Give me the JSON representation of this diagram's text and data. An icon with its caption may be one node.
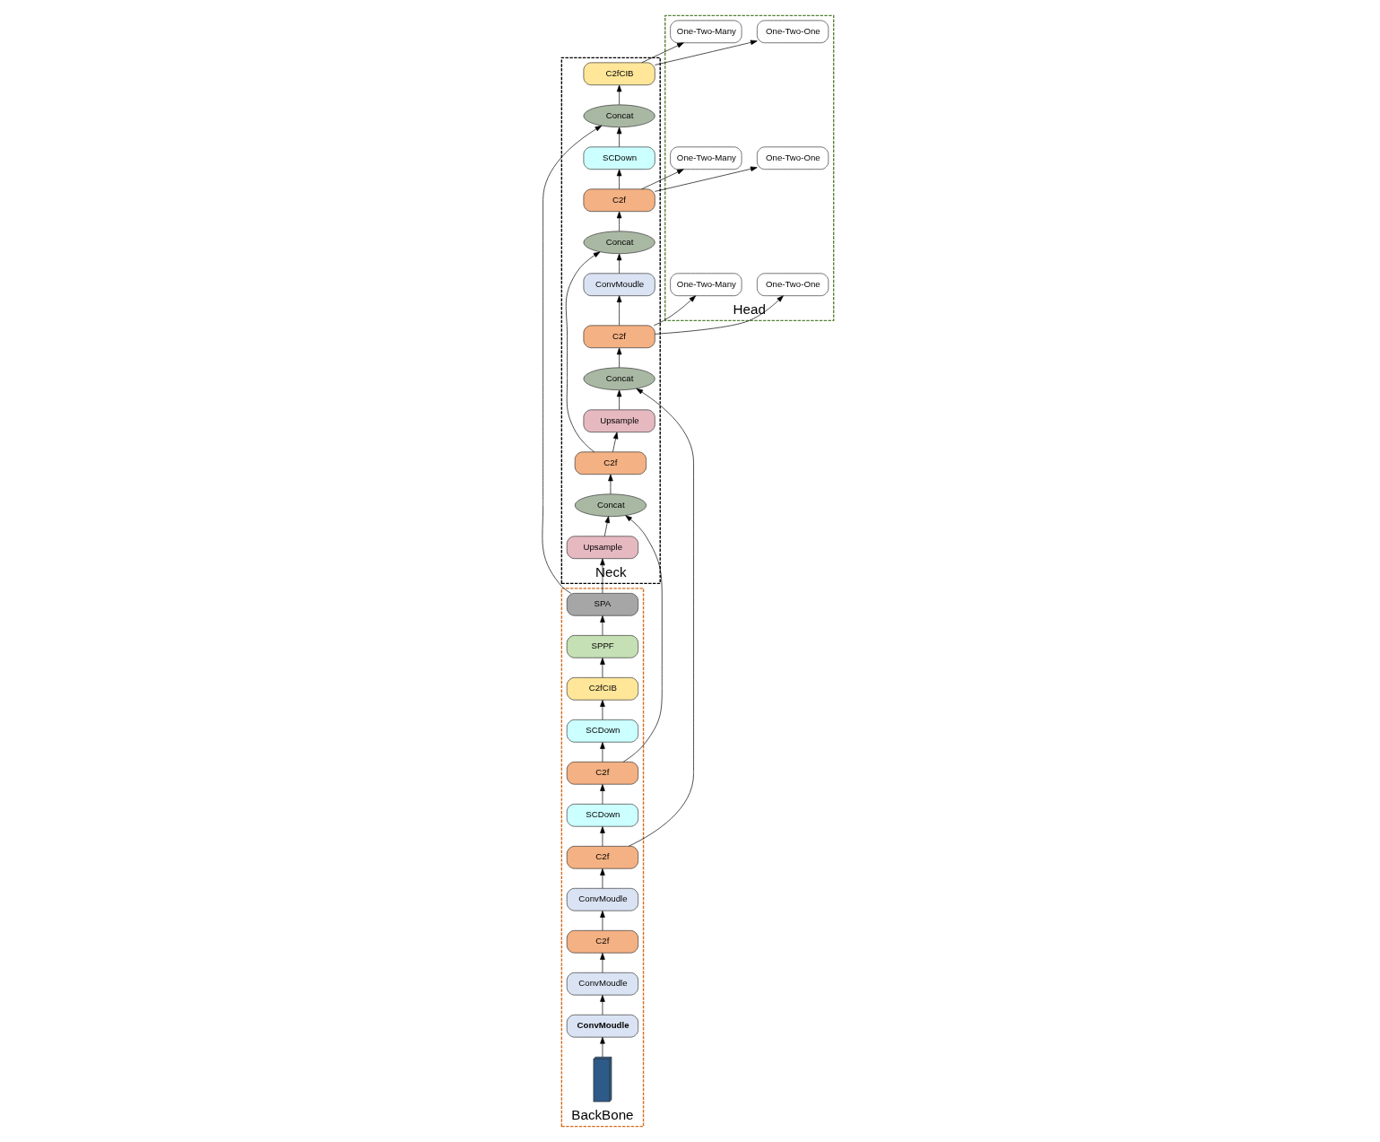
{
  "diagram": {
    "nodes": [
      {
        "text": [
          "BackBone"
        ]
      },
      {
        "text": [
          "SPA"
        ],
        "in": 0
      },
      {
        "text": [
          "SPPF"
        ],
        "in": 0
      },
      {
        "text": [
          "C2fCIB"
        ],
        "in": 0
      },
      {
        "text": [
          "SCDown"
        ],
        "in": 0
      },
      {
        "text": [
          "C2f"
        ],
        "in": 0
      },
      {
        "text": [
          "SCDown"
        ],
        "in": 0
      },
      {
        "text": [
          "C2f"
        ],
        "in": 0
      },
      {
        "text": [
          "ConvMoudle"
        ],
        "in": 0
      },
      {
        "text": [
          "C2f"
        ],
        "in": 0
      },
      {
        "text": [
          "ConvMoudle"
        ],
        "in": 0
      },
      {
        "text": [
          "ConvMoudle"
        ],
        "in": 0
      },
      {
        "text": [],
        "shape": "picture",
        "in": 0
      },
      {
        "text": [
          "Neck"
        ]
      },
      {
        "text": [
          "Upsample"
        ],
        "in": 13
      },
      {
        "text": [
          "Concat"
        ],
        "in": 13
      },
      {
        "text": [
          "C2f"
        ],
        "in": 13
      },
      {
        "text": [
          "Upsample"
        ],
        "in": 13
      },
      {
        "text": [
          "Concat"
        ],
        "in": 13
      },
      {
        "text": [
          "C2fCIB"
        ],
        "in": 13
      },
      {
        "text": [
          "Concat"
        ],
        "in": 13
      },
      {
        "text": [
          "SCDown"
        ],
        "in": 13
      },
      {
        "text": [
          "C2f"
        ],
        "in": 13
      },
      {
        "text": [
          "Concat"
        ],
        "in": 13
      },
      {
        "text": [
          "ConvMoudle"
        ],
        "in": 13
      },
      {
        "text": [
          "C2f"
        ],
        "in": 13
      },
      {
        "text": [
          "Head"
        ]
      },
      {
        "text": [
          "One-Two-One"
        ],
        "in": 26
      },
      {
        "text": [
          "One-Two-Many"
        ],
        "in": 26
      },
      {
        "text": [
          "One-Two-One"
        ],
        "in": 26
      },
      {
        "text": [
          "One-Two-Many"
        ],
        "in": 26
      },
      {
        "text": [
          "One-Two-Many"
        ],
        "in": 26
      },
      {
        "text": [
          "One-Two-One"
        ],
        "in": 26
      }
    ],
    "edges": [
      {
        "from": 12,
        "to": 11,
        "arrow": "to"
      },
      {
        "from": 11,
        "to": 10,
        "arrow": "to"
      },
      {
        "from": 10,
        "to": 9,
        "arrow": "to"
      },
      {
        "from": 9,
        "to": 8,
        "arrow": "to"
      },
      {
        "from": 8,
        "to": 7,
        "arrow": "to"
      },
      {
        "from": 7,
        "to": 6,
        "arrow": "to"
      },
      {
        "from": 6,
        "to": 5,
        "arrow": "to"
      },
      {
        "from": 5,
        "to": 4,
        "arrow": "to"
      },
      {
        "from": 4,
        "to": 3,
        "arrow": "to"
      },
      {
        "from": 3,
        "to": 2,
        "arrow": "to"
      },
      {
        "from": 2,
        "to": 1,
        "arrow": "to"
      },
      {
        "from": 1,
        "to": 14,
        "arrow": "to"
      },
      {
        "from": 1,
        "to": 20,
        "arrow": "to"
      },
      {
        "from": 14,
        "to": 15,
        "arrow": "to"
      },
      {
        "from": 5,
        "to": 15,
        "arrow": "to"
      },
      {
        "from": 15,
        "to": 16,
        "arrow": "to"
      },
      {
        "from": 16,
        "to": 17,
        "arrow": "to"
      },
      {
        "from": 16,
        "to": 23,
        "arrow": "to"
      },
      {
        "from": 17,
        "to": 18,
        "arrow": "to"
      },
      {
        "from": 7,
        "to": 18,
        "arrow": "to"
      },
      {
        "from": 18,
        "to": 25,
        "arrow": "to"
      },
      {
        "from": 25,
        "to": 24,
        "arrow": "to"
      },
      {
        "from": 24,
        "to": 23,
        "arrow": "to"
      },
      {
        "from": 23,
        "to": 22,
        "arrow": "to"
      },
      {
        "from": 22,
        "to": 21,
        "arrow": "to"
      },
      {
        "from": 21,
        "to": 20,
        "arrow": "to"
      },
      {
        "from": 20,
        "to": 19,
        "arrow": "to"
      },
      {
        "from": 19,
        "to": 27,
        "arrow": "to"
      },
      {
        "from": 19,
        "to": 28,
        "arrow": "to"
      },
      {
        "from": 22,
        "to": 29,
        "arrow": "to"
      },
      {
        "from": 22,
        "to": 30,
        "arrow": "to"
      },
      {
        "from": 25,
        "to": 31,
        "arrow": "to"
      },
      {
        "from": 25,
        "to": 32,
        "arrow": "to"
      }
    ]
  }
}
